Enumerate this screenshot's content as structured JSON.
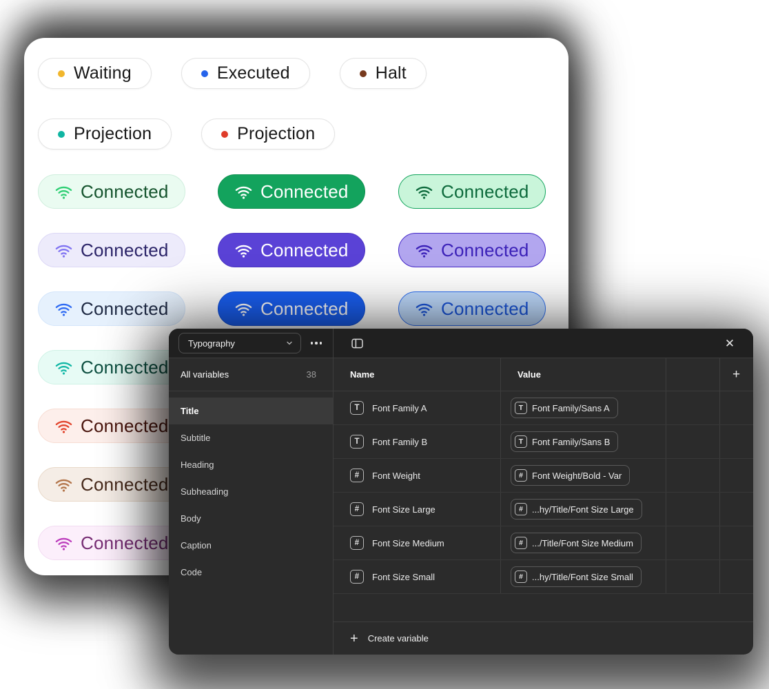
{
  "card": {
    "status_rows": [
      [
        {
          "label": "Waiting",
          "dot": "#f1b62c"
        },
        {
          "label": "Executed",
          "dot": "#2563eb"
        },
        {
          "label": "Halt",
          "dot": "#77391d"
        }
      ],
      [
        {
          "label": "Projection",
          "dot": "#10b5a2"
        },
        {
          "label": "Projection",
          "dot": "#df3c2a"
        }
      ]
    ],
    "connected_grid": [
      [
        {
          "label": "Connected",
          "bg": "#eafbf1",
          "border": "#cfeedd",
          "icon": "#2fcf74",
          "text": "#14532d"
        },
        {
          "label": "Connected",
          "bg": "#13a35d",
          "border": "#0f9150",
          "icon": "#ffffff",
          "text": "#ffffff"
        },
        {
          "label": "Connected",
          "bg": "#c9f5da",
          "border": "#12a45c",
          "icon": "#0d6a3c",
          "text": "#0d6a3c"
        }
      ],
      [
        {
          "label": "Connected",
          "bg": "#edebfb",
          "border": "#dcd7f6",
          "icon": "#8174f2",
          "text": "#2b2468"
        },
        {
          "label": "Connected",
          "bg": "#5a42d6",
          "border": "#4c35c2",
          "icon": "#ffffff",
          "text": "#ffffff"
        },
        {
          "label": "Connected",
          "bg": "#b2a6ef",
          "border": "#4326c8",
          "icon": "#3b21b8",
          "text": "#3b21b8"
        }
      ],
      [
        {
          "label": "Connected",
          "bg": "#e6f1fd",
          "border": "#d3e5fb",
          "icon": "#2f6bf3",
          "text": "#1f2a44"
        },
        {
          "label": "Connected",
          "bg": "#1a5ff2",
          "border": "#0f4fd8",
          "icon": "#ffffff",
          "text": "#ffffff"
        },
        {
          "label": "Connected",
          "bg": "#bedafd",
          "border": "#2e6ff2",
          "icon": "#1b55d9",
          "text": "#1b55d9"
        }
      ]
    ],
    "connected_stack": [
      {
        "label": "Connected",
        "bg": "#e7fbf5",
        "border": "#cff2e6",
        "icon": "#14b8a6",
        "text": "#0d4f40"
      },
      {
        "label": "Connected",
        "bg": "#fdefeb",
        "border": "#f7dcd2",
        "icon": "#e2452d",
        "text": "#49140c"
      },
      {
        "label": "Connected",
        "bg": "#f5ede6",
        "border": "#e9d9c9",
        "icon": "#b3754b",
        "text": "#46291a"
      },
      {
        "label": "Connected",
        "bg": "#fceffb",
        "border": "#f3dcf2",
        "icon": "#bd3fbd",
        "text": "#772d74"
      }
    ]
  },
  "panel": {
    "collection_select_value": "Typography",
    "icons": {
      "chevron": "chevron-down",
      "more": "ellipsis",
      "sidebar_toggle": "panel-left",
      "close": "x-cross",
      "plus": "plus",
      "wifi": "wifi-arcs"
    },
    "close_glyph": "✕",
    "plus_glyph": "+",
    "sidebar": {
      "all_variables_label": "All variables",
      "all_variables_count": "38",
      "items": [
        {
          "label": "Title",
          "selected": true
        },
        {
          "label": "Subtitle",
          "selected": false
        },
        {
          "label": "Heading",
          "selected": false
        },
        {
          "label": "Subheading",
          "selected": false
        },
        {
          "label": "Body",
          "selected": false
        },
        {
          "label": "Caption",
          "selected": false
        },
        {
          "label": "Code",
          "selected": false
        }
      ]
    },
    "table": {
      "name_header": "Name",
      "value_header": "Value",
      "type_icon_glyphs": {
        "text": "T",
        "number": "#"
      },
      "rows": [
        {
          "type": "text",
          "name": "Font Family A",
          "value": "Font Family/Sans A"
        },
        {
          "type": "text",
          "name": "Font Family B",
          "value": "Font Family/Sans B"
        },
        {
          "type": "number",
          "name": "Font Weight",
          "value": "Font Weight/Bold - Var"
        },
        {
          "type": "number",
          "name": "Font Size Large",
          "value": "...hy/Title/Font Size Large"
        },
        {
          "type": "number",
          "name": "Font Size Medium",
          "value": ".../Title/Font Size Medium"
        },
        {
          "type": "number",
          "name": "Font Size Small",
          "value": "...hy/Title/Font Size Small"
        }
      ]
    },
    "footer": {
      "create_variable_label": "Create variable"
    }
  }
}
